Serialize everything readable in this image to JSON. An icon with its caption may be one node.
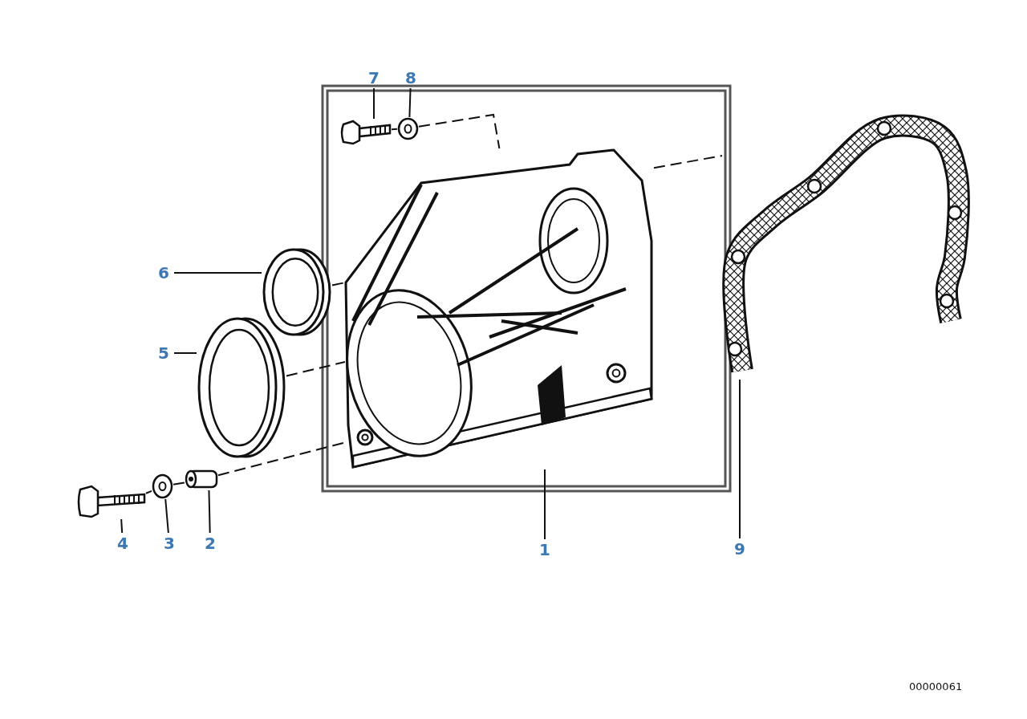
{
  "diagram": {
    "nodes": [
      {
        "text": [
          "1"
        ]
      },
      {
        "text": [
          "2"
        ]
      },
      {
        "text": [
          "3"
        ]
      },
      {
        "text": [
          "4"
        ]
      },
      {
        "text": [
          "5"
        ]
      },
      {
        "text": [
          "6"
        ]
      },
      {
        "text": [
          "7"
        ]
      },
      {
        "text": [
          "8"
        ]
      },
      {
        "text": [
          "9"
        ]
      },
      {
        "text": [],
        "shape": "picture"
      },
      {
        "text": [],
        "shape": "picture"
      },
      {
        "text": [],
        "shape": "picture"
      },
      {
        "text": [],
        "shape": "picture"
      },
      {
        "text": [],
        "shape": "picture"
      },
      {
        "text": [],
        "shape": "picture"
      },
      {
        "text": [],
        "shape": "picture"
      },
      {
        "text": [],
        "shape": "picture"
      },
      {
        "text": [],
        "shape": "picture"
      }
    ],
    "edges": [
      {
        "from": 0,
        "to": 9,
        "arrow": "none"
      },
      {
        "from": 1,
        "to": 10,
        "arrow": "none"
      },
      {
        "from": 2,
        "to": 11,
        "arrow": "none"
      },
      {
        "from": 3,
        "to": 12,
        "arrow": "none"
      },
      {
        "from": 4,
        "to": 13,
        "arrow": "none"
      },
      {
        "from": 5,
        "to": 14,
        "arrow": "none"
      },
      {
        "from": 6,
        "to": 15,
        "arrow": "none"
      },
      {
        "from": 7,
        "to": 16,
        "arrow": "none"
      },
      {
        "from": 8,
        "to": 17,
        "arrow": "none"
      },
      {
        "from": 12,
        "to": 11,
        "arrow": "none",
        "style": "dashed"
      },
      {
        "from": 11,
        "to": 10,
        "arrow": "none",
        "style": "dashed"
      },
      {
        "from": 10,
        "to": 9,
        "arrow": "none",
        "style": "dashed"
      },
      {
        "from": 13,
        "to": 9,
        "arrow": "none",
        "style": "dashed"
      },
      {
        "from": 14,
        "to": 9,
        "arrow": "none",
        "style": "dashed"
      },
      {
        "from": 15,
        "to": 16,
        "arrow": "none",
        "style": "dashed"
      },
      {
        "from": 16,
        "to": 9,
        "arrow": "none",
        "style": "dashed"
      },
      {
        "from": 9,
        "to": 17,
        "arrow": "none",
        "style": "dashed"
      }
    ],
    "labels": [
      "00000061"
    ]
  }
}
